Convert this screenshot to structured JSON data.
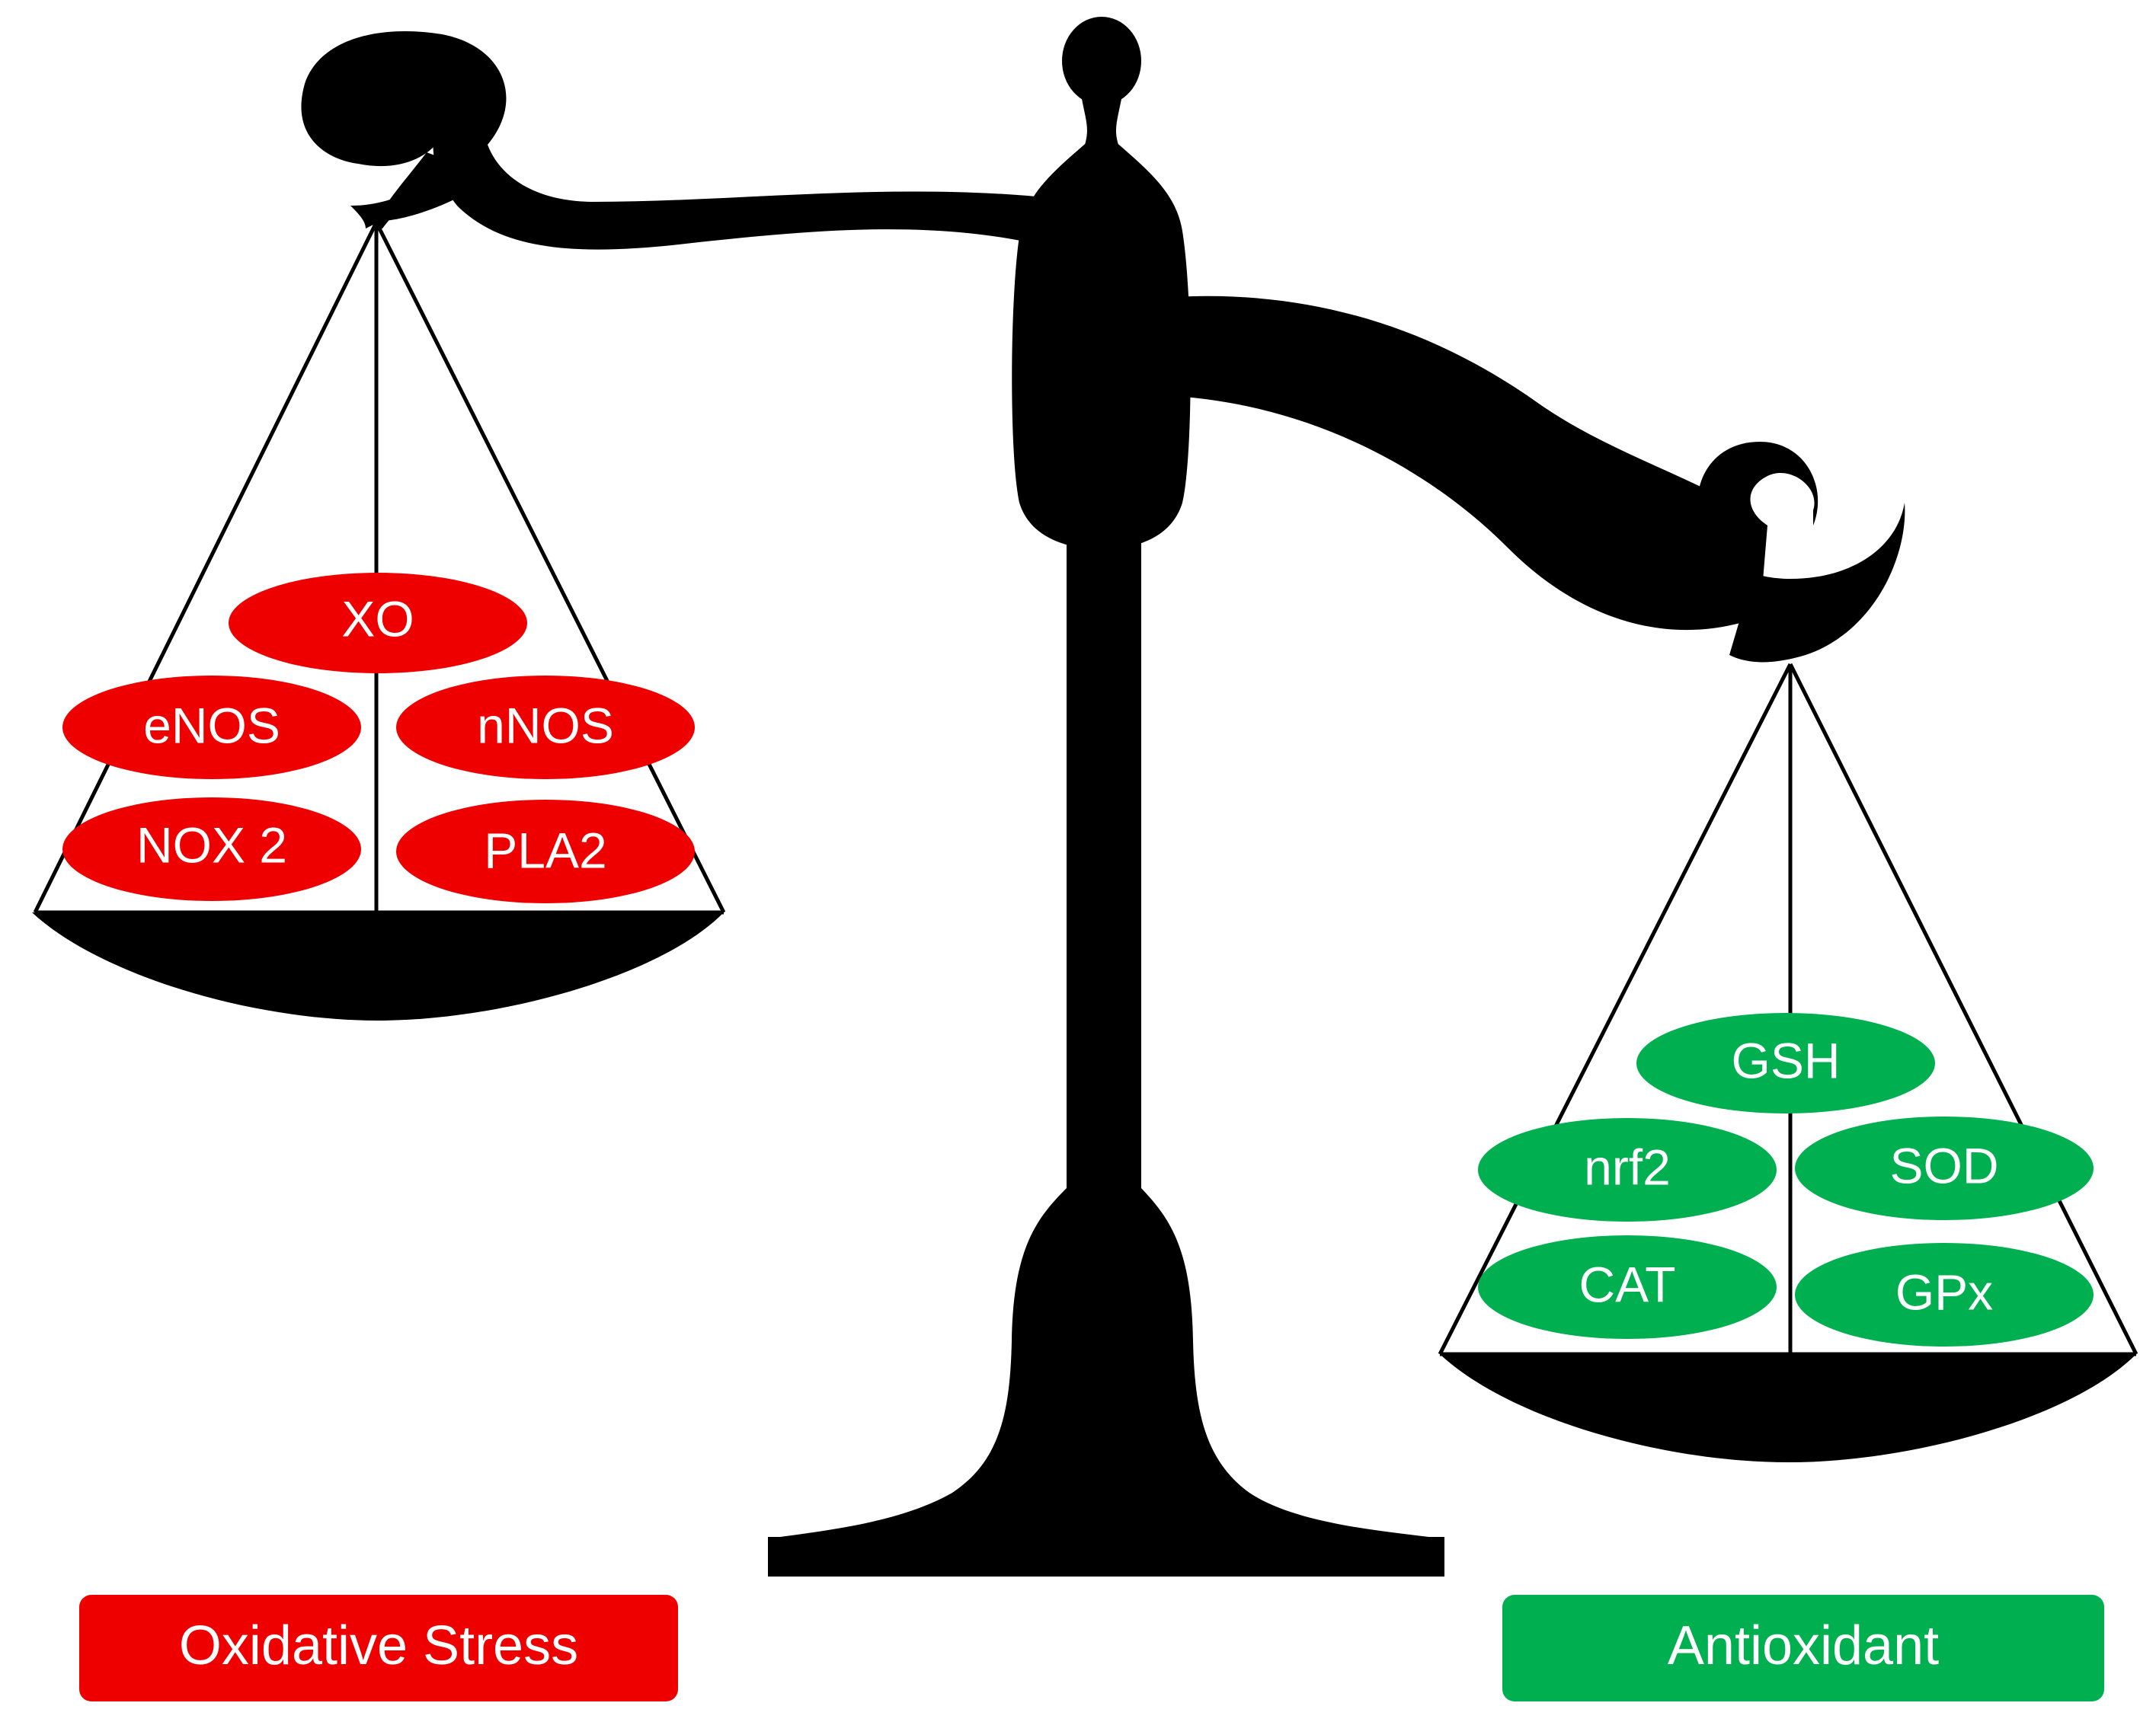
{
  "colors": {
    "oxidative": "#ee0000",
    "antioxidant": "#00b050",
    "scale": "#000000",
    "text": "#ffffff"
  },
  "left_pan": {
    "items": [
      "XO",
      "eNOS",
      "nNOS",
      "NOX 2",
      "PLA2"
    ]
  },
  "right_pan": {
    "items": [
      "GSH",
      "nrf2",
      "SOD",
      "CAT",
      "GPx"
    ]
  },
  "labels": {
    "left": "Oxidative Stress",
    "right": "Antioxidant"
  }
}
